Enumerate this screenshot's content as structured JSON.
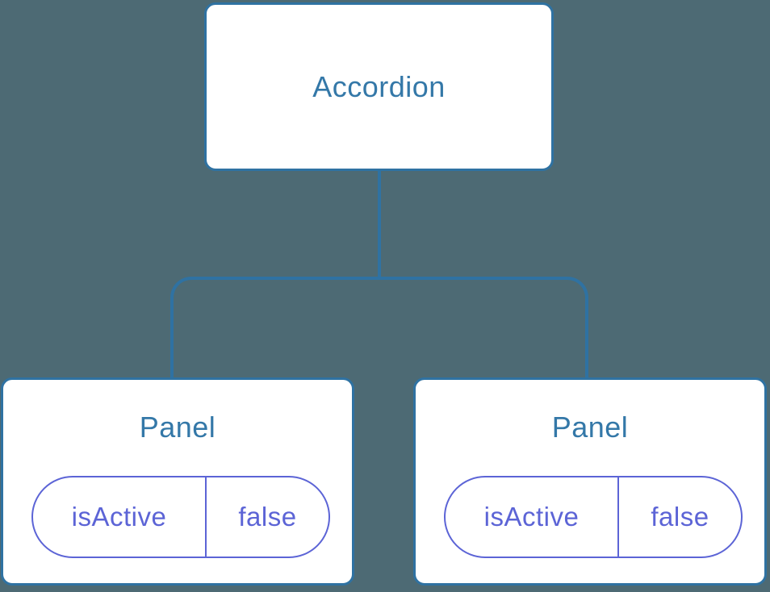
{
  "colors": {
    "background": "#4D6A74",
    "connector_blue": "#2F72A2",
    "node_text_blue": "#3478A8",
    "state_purple": "#5C64D6",
    "node_fill": "#FFFFFF"
  },
  "tree": {
    "root": {
      "label": "Accordion"
    },
    "children": [
      {
        "label": "Panel",
        "state": {
          "key": "isActive",
          "value": "false"
        }
      },
      {
        "label": "Panel",
        "state": {
          "key": "isActive",
          "value": "false"
        }
      }
    ]
  }
}
